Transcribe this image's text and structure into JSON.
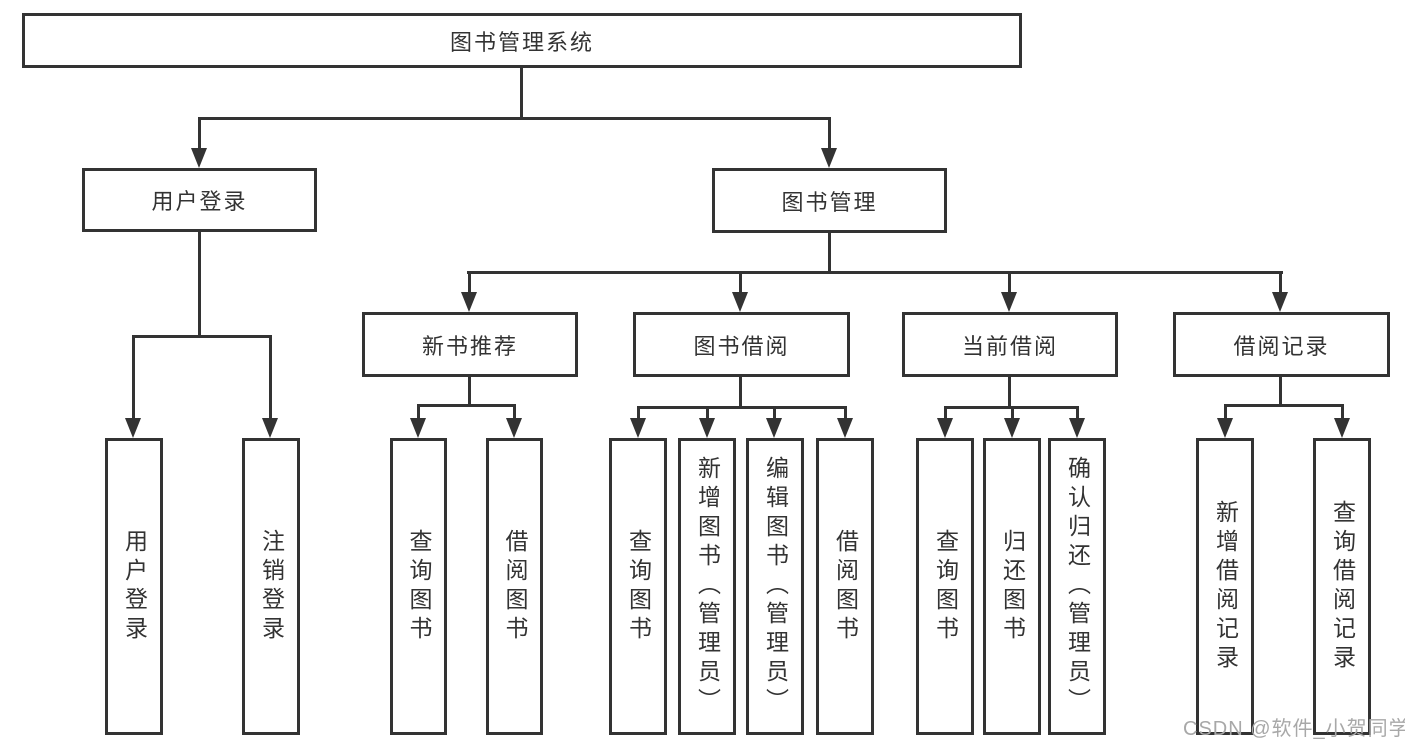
{
  "tree": {
    "root": {
      "label": "图书管理系统"
    },
    "level2": [
      {
        "label": "用户登录"
      },
      {
        "label": "图书管理"
      }
    ],
    "level3": [
      {
        "label": "新书推荐"
      },
      {
        "label": "图书借阅"
      },
      {
        "label": "当前借阅"
      },
      {
        "label": "借阅记录"
      }
    ],
    "leaves": {
      "user_login": [
        {
          "label": "用户登录"
        },
        {
          "label": "注销登录"
        }
      ],
      "new_book": [
        {
          "label": "查询图书"
        },
        {
          "label": "借阅图书"
        }
      ],
      "book_borrow": [
        {
          "label": "查询图书"
        },
        {
          "label": "新增图书（管理员）"
        },
        {
          "label": "编辑图书（管理员）"
        },
        {
          "label": "借阅图书"
        }
      ],
      "current_borrow": [
        {
          "label": "查询图书"
        },
        {
          "label": "归还图书"
        },
        {
          "label": "确认归还（管理员）"
        }
      ],
      "borrow_record": [
        {
          "label": "新增借阅记录"
        },
        {
          "label": "查询借阅记录"
        }
      ]
    }
  },
  "watermark": {
    "text": "CSDN @软件_小贺同学"
  },
  "colors": {
    "line": "#333333",
    "text": "#333333",
    "background": "#ffffff",
    "watermark": "#a8a8a8"
  }
}
